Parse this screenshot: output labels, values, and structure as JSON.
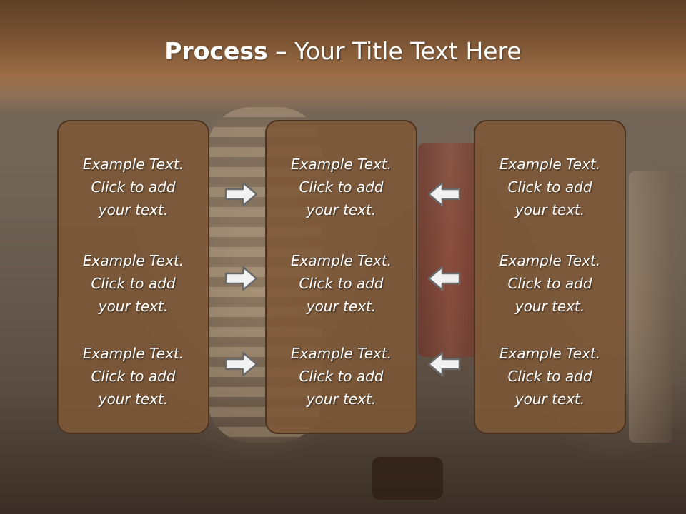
{
  "title": {
    "bold": "Process",
    "rest": " – Your Title Text Here"
  },
  "columns": [
    {
      "items": [
        {
          "lines": [
            "Example Text.",
            "Click  to add",
            "your text."
          ]
        },
        {
          "lines": [
            "Example Text.",
            "Click  to add",
            "your text."
          ]
        },
        {
          "lines": [
            "Example Text.",
            "Click  to add",
            "your text."
          ]
        }
      ]
    },
    {
      "items": [
        {
          "lines": [
            "Example Text.",
            "Click  to add",
            "your text."
          ]
        },
        {
          "lines": [
            "Example Text.",
            "Click  to add",
            "your text."
          ]
        },
        {
          "lines": [
            "Example Text.",
            "Click  to add",
            "your text."
          ]
        }
      ]
    },
    {
      "items": [
        {
          "lines": [
            "Example Text.",
            "Click  to add",
            "your text."
          ]
        },
        {
          "lines": [
            "Example Text.",
            "Click  to add",
            "your text."
          ]
        },
        {
          "lines": [
            "Example Text.",
            "Click  to add",
            "your text."
          ]
        }
      ]
    }
  ],
  "arrows": {
    "left_group": "right-arrow-icon",
    "right_group": "left-arrow-icon"
  },
  "colors": {
    "header": "#7b5434",
    "panel": "#7d5837",
    "panel_border": "#4d3320",
    "text": "#ffffff",
    "arrow_fill": "#f2f2f2",
    "arrow_stroke": "#6a6a6a"
  }
}
